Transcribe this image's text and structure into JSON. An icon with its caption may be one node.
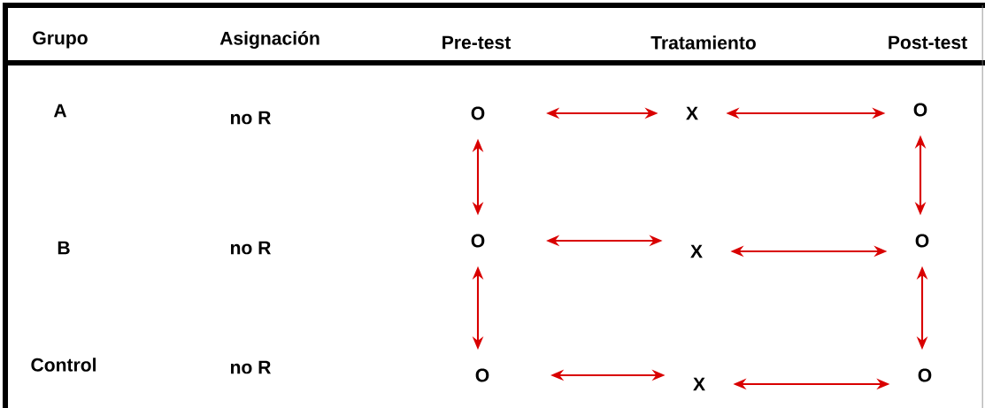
{
  "diagram": {
    "nodes": [
      {
        "text": [
          "O"
        ]
      },
      {
        "text": [
          "X"
        ]
      },
      {
        "text": [
          "O"
        ]
      },
      {
        "text": [
          "O"
        ]
      },
      {
        "text": [
          "X"
        ]
      },
      {
        "text": [
          "O"
        ]
      },
      {
        "text": [
          "O"
        ]
      },
      {
        "text": [
          "X"
        ]
      },
      {
        "text": [
          "O"
        ]
      }
    ],
    "edges": [
      {
        "from": 0,
        "to": 1,
        "arrow": "both"
      },
      {
        "from": 1,
        "to": 2,
        "arrow": "both"
      },
      {
        "from": 3,
        "to": 4,
        "arrow": "both"
      },
      {
        "from": 4,
        "to": 5,
        "arrow": "both"
      },
      {
        "from": 6,
        "to": 7,
        "arrow": "both"
      },
      {
        "from": 7,
        "to": 8,
        "arrow": "both"
      },
      {
        "from": 0,
        "to": 3,
        "arrow": "both"
      },
      {
        "from": 3,
        "to": 6,
        "arrow": "both"
      },
      {
        "from": 2,
        "to": 5,
        "arrow": "both"
      },
      {
        "from": 5,
        "to": 8,
        "arrow": "both"
      }
    ],
    "labels": [
      "Grupo",
      "Asignación",
      "Pre-test",
      "Tratamiento",
      "Post-test",
      "A",
      "no R",
      "B",
      "no R",
      "Control",
      "no R"
    ]
  }
}
